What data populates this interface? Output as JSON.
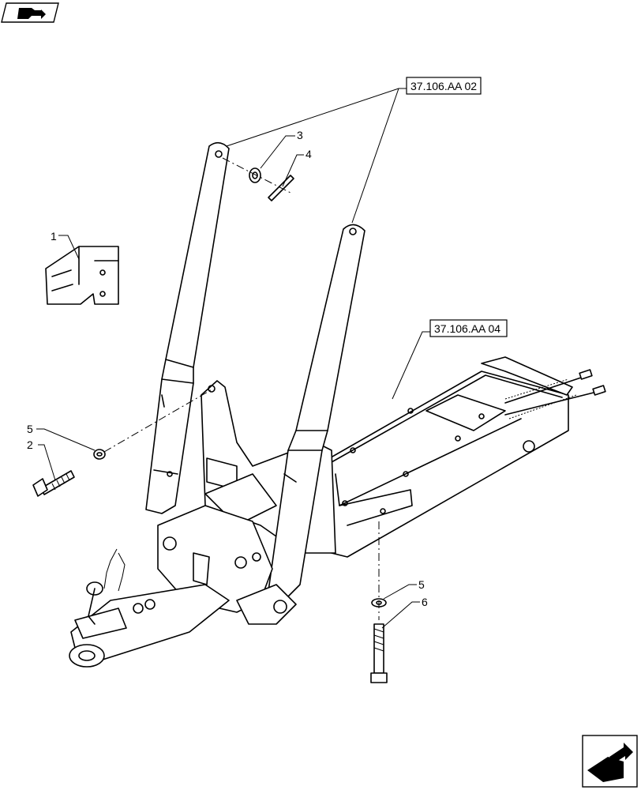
{
  "nav": {
    "top_icon": "book-arrow-icon",
    "bottom_icon": "folder-arrow-icon"
  },
  "references": {
    "ref_upper": "37.106.AA 02",
    "ref_lower": "37.106.AA 04"
  },
  "callouts": {
    "c1": "1",
    "c2": "2",
    "c3": "3",
    "c4": "4",
    "c5_left": "5",
    "c5_right": "5",
    "c6": "6"
  }
}
